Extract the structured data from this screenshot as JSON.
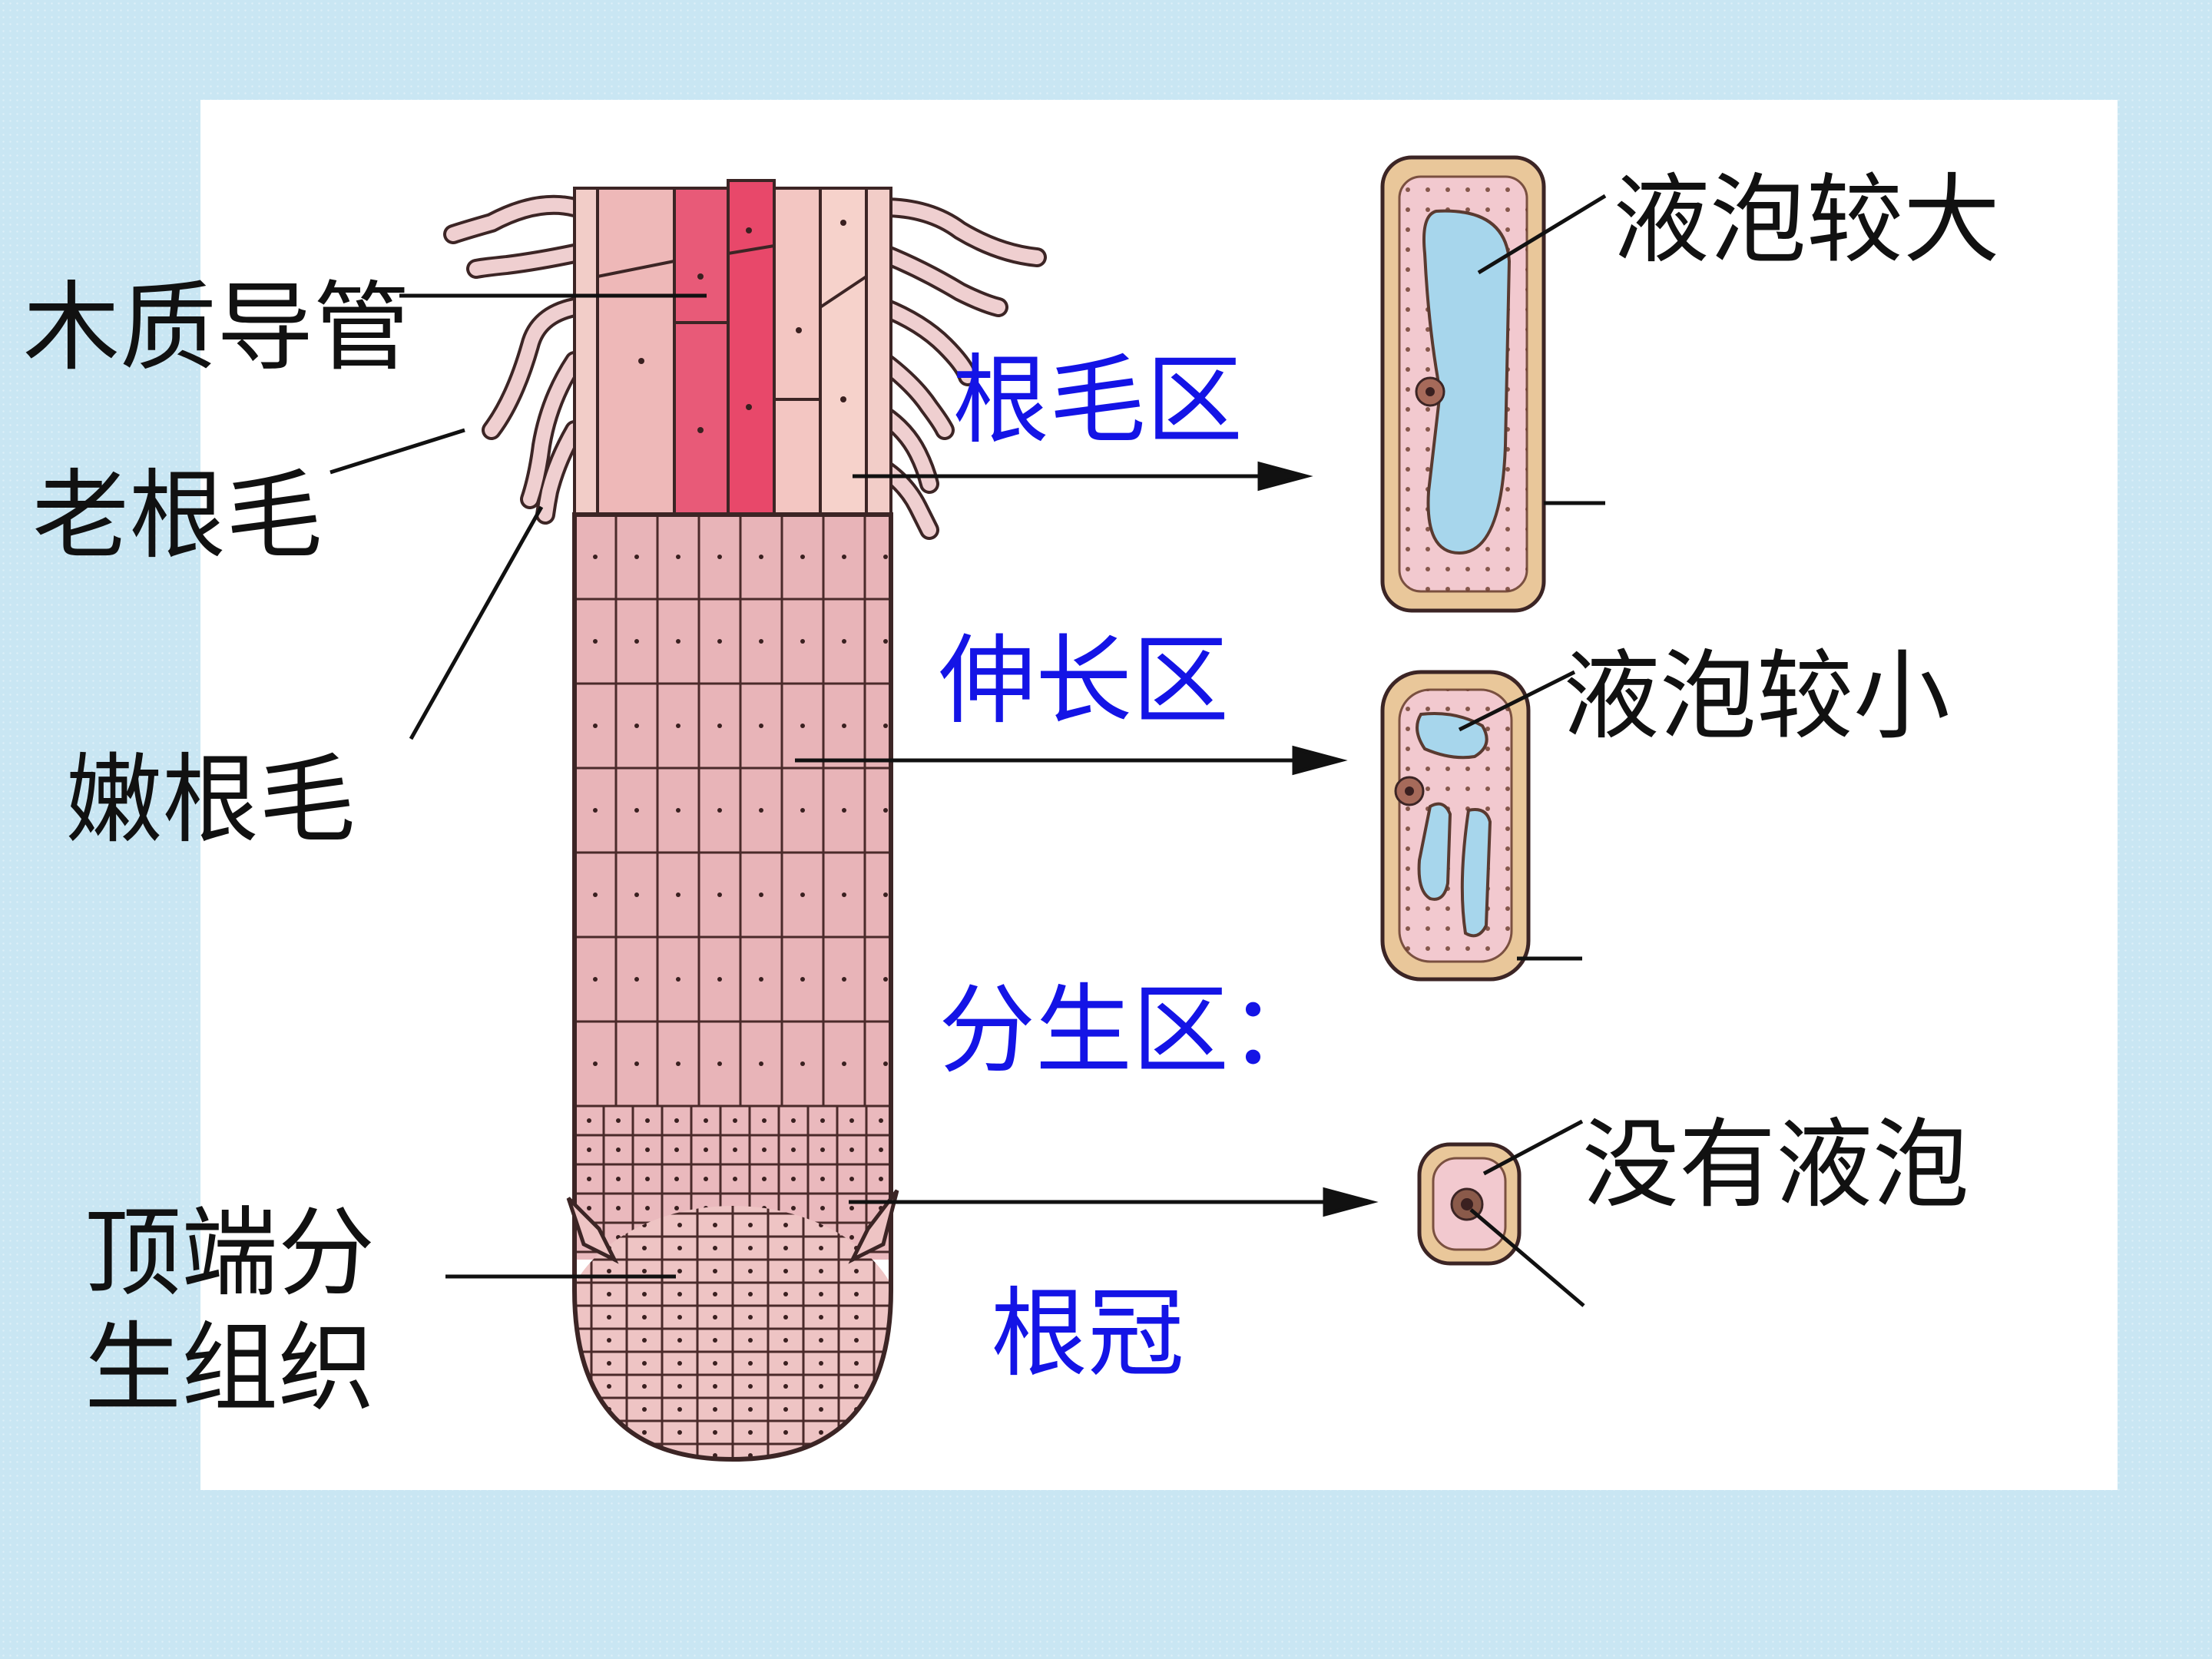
{
  "labels": {
    "xylem": "木质导管",
    "old_root_hair": "老根毛",
    "young_root_hair": "嫩根毛",
    "apical_meristem_line1": "顶端分",
    "apical_meristem_line2": "生组织",
    "root_hair_zone": "根毛区",
    "elongation_zone": "伸长区",
    "meristem_zone": "分生区：",
    "root_cap": "根冠",
    "vacuole_large": "液泡较大",
    "vacuole_small": "液泡较小",
    "no_vacuole": "没有液泡"
  },
  "colors": {
    "background": "#c9e6f3",
    "panel": "#ffffff",
    "blue_text": "#1414e6",
    "cell_pink": "#ecbcbc",
    "xylem_red": "#e8486a",
    "vacuole_blue": "#a7d6ec",
    "cell_wall_tan": "#e9c79a"
  }
}
